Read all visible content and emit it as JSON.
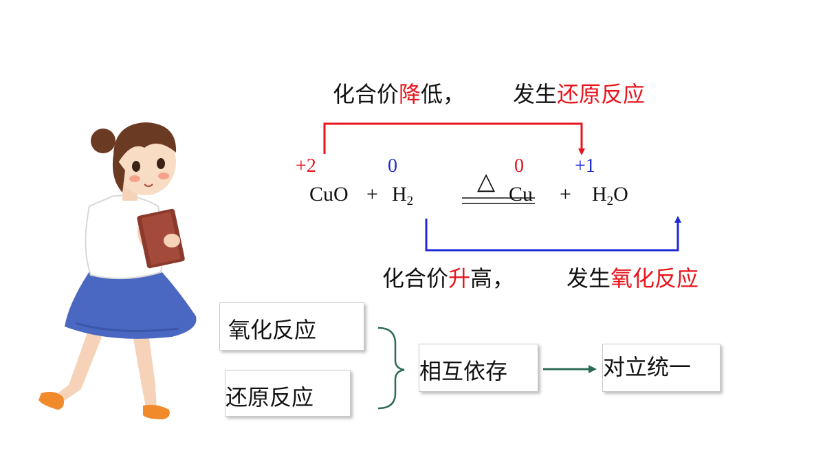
{
  "top_caption": {
    "prefix": "化合价",
    "highlight": "降",
    "suffix": "低，",
    "result_prefix": "发生",
    "result_highlight": "还原反应"
  },
  "bottom_caption": {
    "prefix": "化合价",
    "highlight": "升",
    "suffix": "高，",
    "result_prefix": "发生",
    "result_highlight": "氧化反应"
  },
  "valences": {
    "cu_reactant": "+2",
    "h_reactant": "0",
    "cu_product": "0",
    "h_product": "+1"
  },
  "equation": {
    "cuo": "CuO",
    "plus1": "+",
    "h": "H",
    "h_sub": "2",
    "heat": "△",
    "cu": "Cu",
    "plus2": "+",
    "water_h": "H",
    "water_sub": "2",
    "water_o": "O"
  },
  "boxes": {
    "oxidation": "氧化反应",
    "reduction": "还原反应",
    "interdependent": "相互依存",
    "unity": "对立统一"
  },
  "colors": {
    "red": "#e8141c",
    "blue": "#1f2ad6",
    "green_arrow": "#2e6b55"
  }
}
